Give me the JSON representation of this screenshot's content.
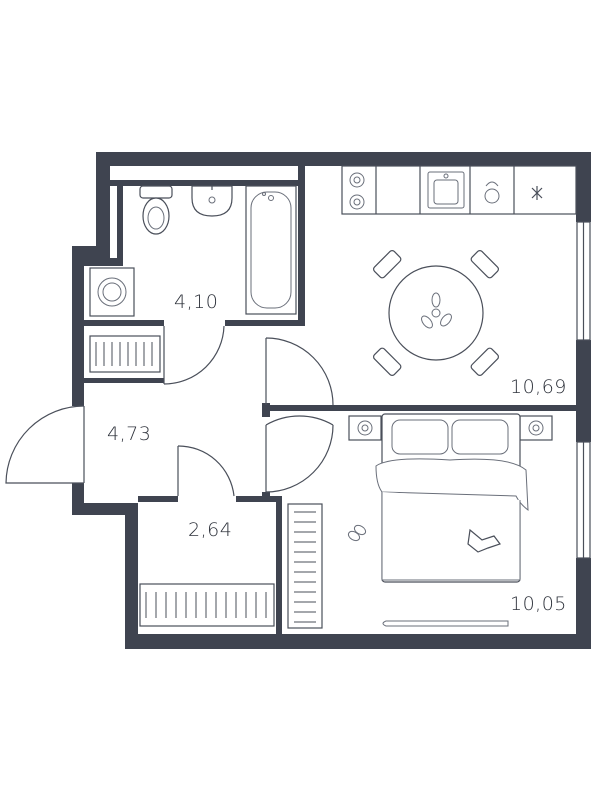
{
  "rooms": [
    {
      "id": "bathroom",
      "area": "4,10"
    },
    {
      "id": "kitchen",
      "area": "10,69"
    },
    {
      "id": "hall",
      "area": "4,73"
    },
    {
      "id": "storage",
      "area": "2,64"
    },
    {
      "id": "bedroom",
      "area": "10,05"
    }
  ]
}
